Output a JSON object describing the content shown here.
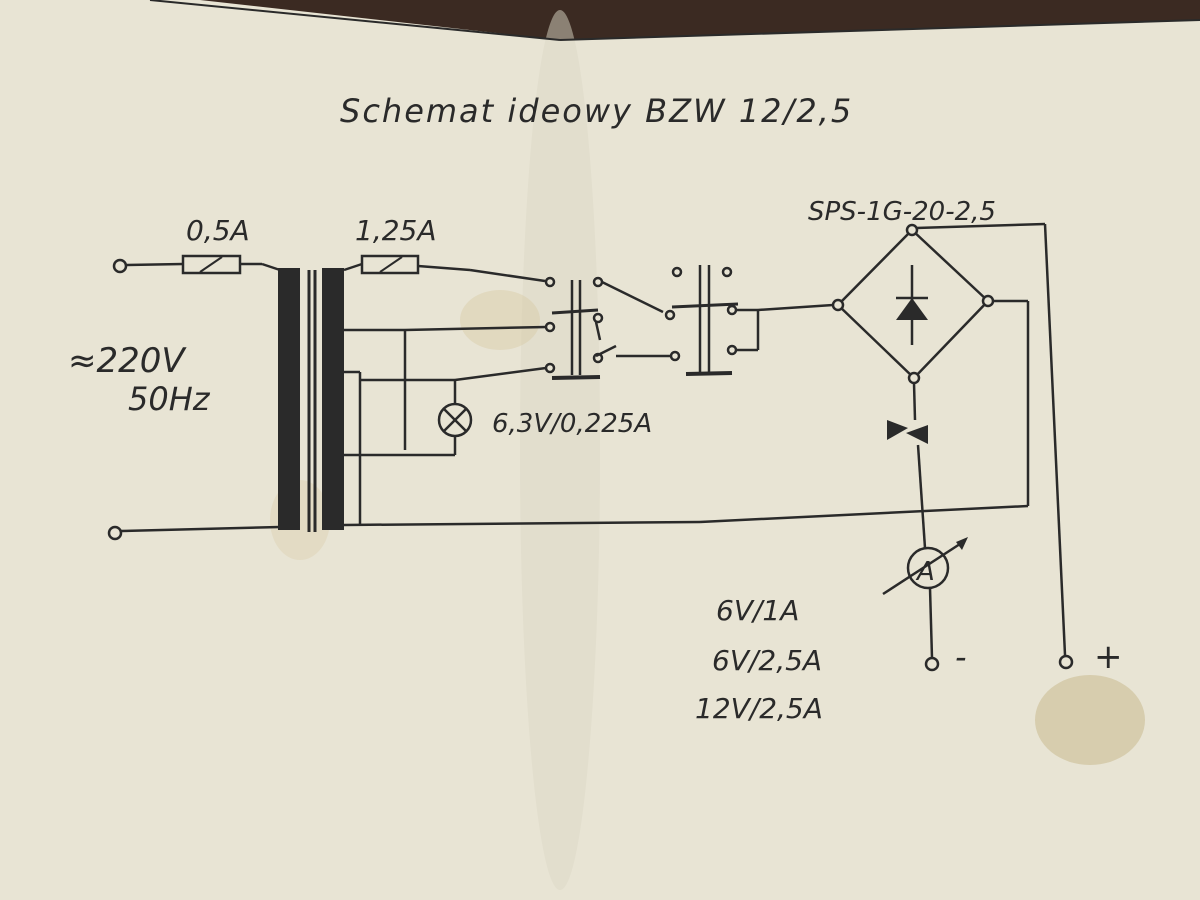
{
  "title": "Schemat ideowy BZW 12/2,5",
  "labels": {
    "fuse_primary": "0,5A",
    "fuse_secondary": "1,25A",
    "mains_voltage": "≈220V",
    "mains_frequency": "50Hz",
    "lamp": "6,3V/0,225A",
    "rectifier": "SPS-1G-20-2,5",
    "ammeter": "A",
    "terminal_negative": "-",
    "terminal_positive": "+",
    "output_ratings": [
      "6V/1A",
      "6V/2,5A",
      "12V/2,5A"
    ]
  },
  "colors": {
    "paper": "#e8e4d4",
    "ink": "#2a2a2a",
    "background": "#3b2a22",
    "stain": "#c9b98e"
  }
}
